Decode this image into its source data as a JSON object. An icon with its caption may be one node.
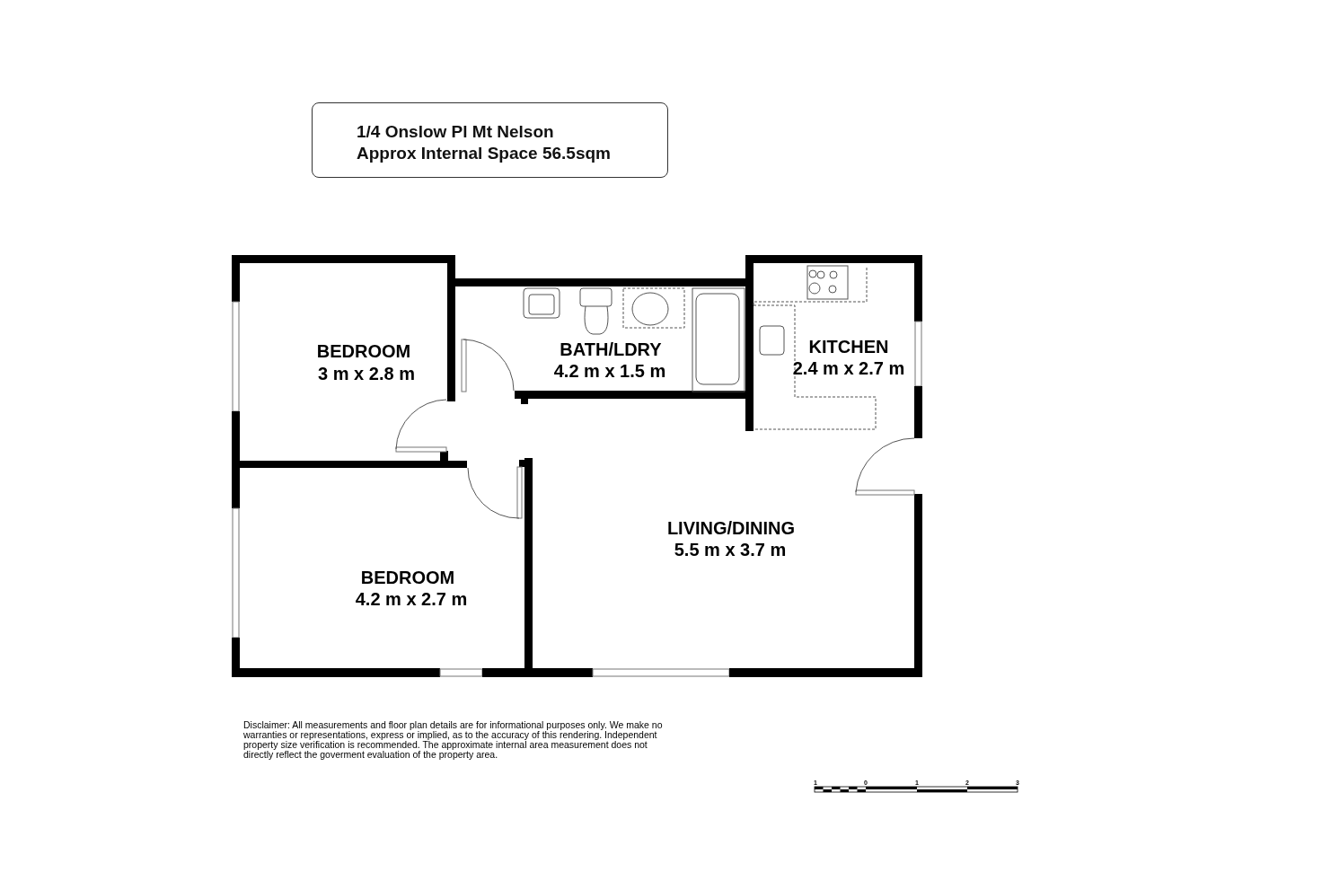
{
  "diagram": {
    "nodes": [
      {
        "text": [
          "1/4 Onslow Pl Mt Nelson",
          "Approx Internal Space 56.5sqm"
        ]
      }
    ],
    "labels": [
      "BEDROOM",
      "3 m x 2.8 m",
      "BATH/LDRY",
      "4.2 m x 1.5 m",
      "KITCHEN",
      "2.4 m x 2.7 m",
      "LIVING/DINING",
      "5.5 m x 3.7 m",
      "BEDROOM",
      "4.2 m x 2.7 m",
      "Disclaimer: All measurements and floor plan details are for informational purposes only. We  make no warranties or representations, express or implied, as to the accuracy of this rendering. Independent property size verification is recommended. The approximate internal area measurement does not directly reflect the goverment evaluation of the property area.",
      "1",
      "0",
      "1",
      "2",
      "3"
    ]
  }
}
